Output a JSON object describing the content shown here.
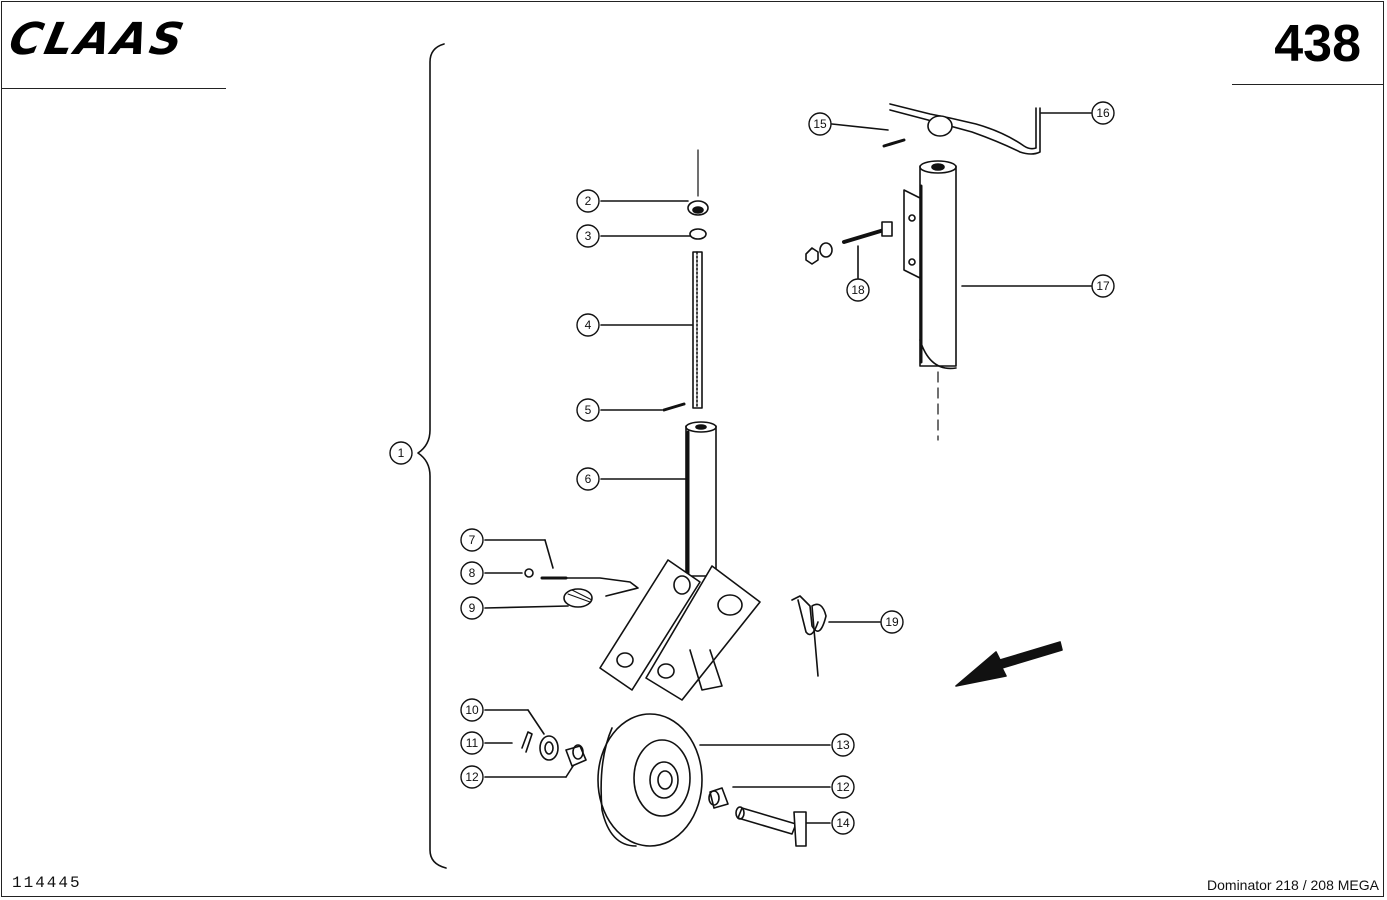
{
  "header": {
    "logo_text": "CLAAS",
    "page_number": "438"
  },
  "footer": {
    "drawing_id": "114445",
    "model": "Dominator 218 / 208 MEGA"
  },
  "callouts": [
    "1",
    "2",
    "3",
    "4",
    "5",
    "6",
    "7",
    "8",
    "9",
    "10",
    "11",
    "12",
    "13",
    "12",
    "14",
    "15",
    "16",
    "17",
    "18",
    "19"
  ]
}
